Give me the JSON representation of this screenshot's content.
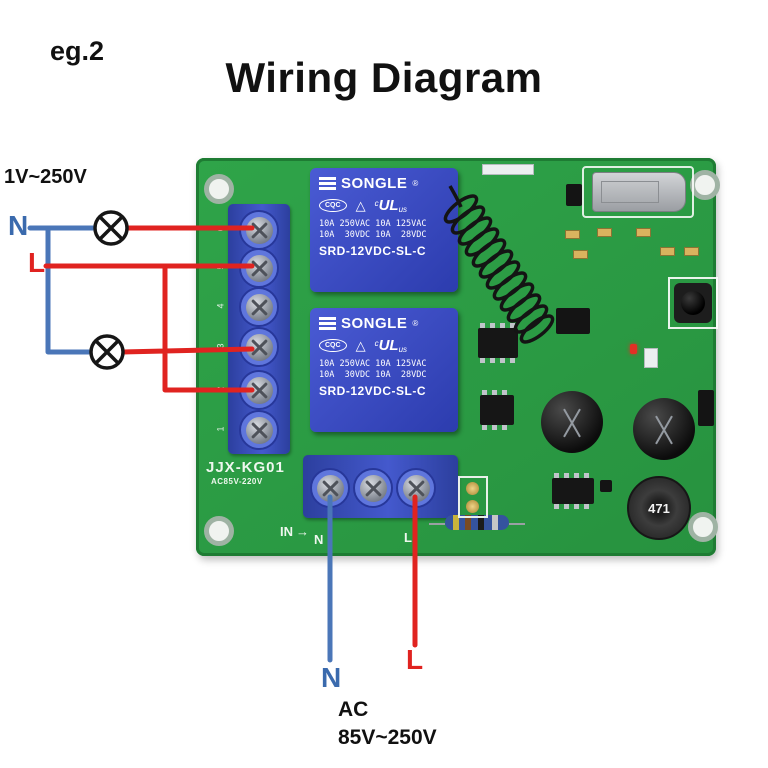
{
  "colors": {
    "wire_blue": "#4a76b8",
    "wire_red": "#e02320",
    "pcb_green": "#2fa449",
    "relay_blue": "#3a4cc2",
    "terminal_blue": "#3b50c4"
  },
  "header": {
    "example_label": "eg.2",
    "title": "Wiring Diagram"
  },
  "mains": {
    "voltage_label": "1V~250V",
    "neutral": "N",
    "live": "L"
  },
  "relay": {
    "brand": "SONGLE",
    "registered": "®",
    "cqc": "CQC",
    "triangle": "△",
    "ul_c": "c",
    "ul": "UL",
    "ul_us": "us",
    "spec1": "10A 250VAC 10A 125VAC",
    "spec2": "10A  30VDC 10A  28VDC",
    "model": "SRD-12VDC-SL-C"
  },
  "board": {
    "model": "JJX-KG01",
    "model_sub": "AC85V-220V",
    "in_label": "IN",
    "terminal_n": "N",
    "terminal_l": "L",
    "inductor_value": "471",
    "terminal_numbers": [
      "6",
      "5",
      "4",
      "3",
      "2",
      "1"
    ]
  },
  "output": {
    "neutral": "N",
    "live": "L",
    "ac": "AC",
    "voltage": "85V~250V"
  },
  "icons": {
    "in_arrow": "→"
  }
}
